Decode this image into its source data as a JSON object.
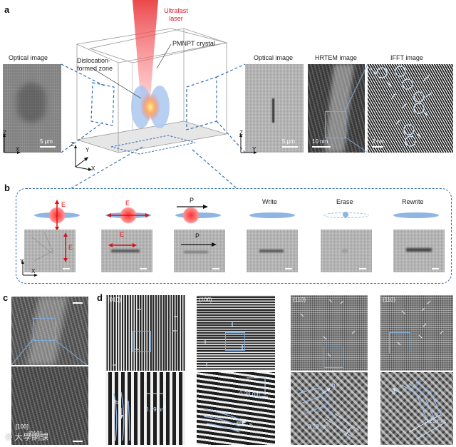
{
  "panel_labels": {
    "a": "a",
    "b": "b",
    "c": "c",
    "d": "d"
  },
  "panel_a": {
    "optical_left_title": "Optical image",
    "laser_label": "Ultrafast laser",
    "crystal_label": "PMNPT crystal",
    "zone_label": "Dislocation-formed zone",
    "optical_right_title": "Optical image",
    "hrtem_title": "HRTEM image",
    "ifft_title": "IFFT image",
    "scale_5um_left": "5 μm",
    "scale_5um_right": "5 μm",
    "scale_10nm": "10 nm",
    "scale_2nm": "2 nm",
    "axes_left": {
      "z": "Z",
      "x": "X"
    },
    "axes_cube": {
      "z": "Z",
      "y": "Y",
      "x": "X"
    },
    "axes_right": {
      "z": "Z",
      "y": "Y"
    }
  },
  "panel_b": {
    "steps": [
      {
        "label": "E",
        "title": ""
      },
      {
        "label": "E",
        "title": ""
      },
      {
        "label": "P",
        "title": ""
      },
      {
        "label": "",
        "title": "Write"
      },
      {
        "label": "",
        "title": "Erase"
      },
      {
        "label": "",
        "title": "Rewrite"
      }
    ],
    "image_labels": [
      "E",
      "E",
      "P",
      "",
      "",
      ""
    ],
    "axes": {
      "y": "Y",
      "x": "X"
    }
  },
  "panel_c": {
    "zone_axis": "[100]",
    "zone_axis_2": "[010]"
  },
  "panel_d": {
    "columns": [
      {
        "orientation": "(010)",
        "burgers": "b",
        "spacing": "0.39 nm"
      },
      {
        "orientation": "(100)",
        "burgers": "b",
        "spacing": "0.39 nm"
      },
      {
        "orientation": "(110)",
        "burgers": "b",
        "spacing": "0.28 nm"
      },
      {
        "orientation": "(110)",
        "burgers": "b",
        "spacing": "0.28 nm"
      }
    ]
  },
  "watermark": "© 大學網課"
}
